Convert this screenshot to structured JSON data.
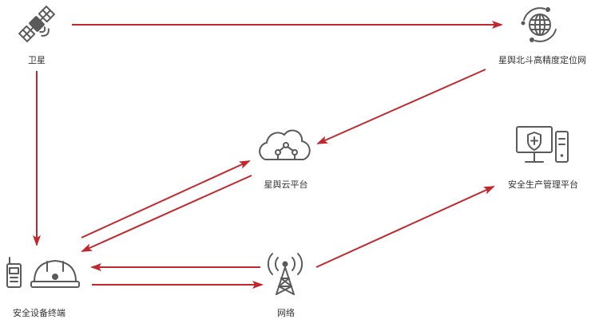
{
  "colors": {
    "arrow": "#c0282d",
    "icon": "#5a5a5a",
    "text": "#333333",
    "background": "#ffffff"
  },
  "nodes": {
    "satellite": {
      "label": "卫星",
      "icon": "satellite-icon"
    },
    "beidou_network": {
      "label": "星舆北斗高精度定位网",
      "icon": "globe-network-icon"
    },
    "cloud_platform": {
      "label": "星舆云平台",
      "icon": "cloud-platform-icon"
    },
    "safety_platform": {
      "label": "安全生产管理平台",
      "icon": "computer-shield-icon"
    },
    "terminal": {
      "label": "安全设备终端",
      "icon": "radio-helmet-icon"
    },
    "network": {
      "label": "网络",
      "icon": "signal-tower-icon"
    }
  },
  "edges": [
    {
      "from": "satellite",
      "to": "beidou_network"
    },
    {
      "from": "beidou_network",
      "to": "cloud_platform"
    },
    {
      "from": "satellite",
      "to": "terminal"
    },
    {
      "from": "terminal",
      "to": "cloud_platform"
    },
    {
      "from": "cloud_platform",
      "to": "terminal"
    },
    {
      "from": "network",
      "to": "terminal"
    },
    {
      "from": "terminal",
      "to": "network"
    },
    {
      "from": "network",
      "to": "safety_platform"
    }
  ]
}
